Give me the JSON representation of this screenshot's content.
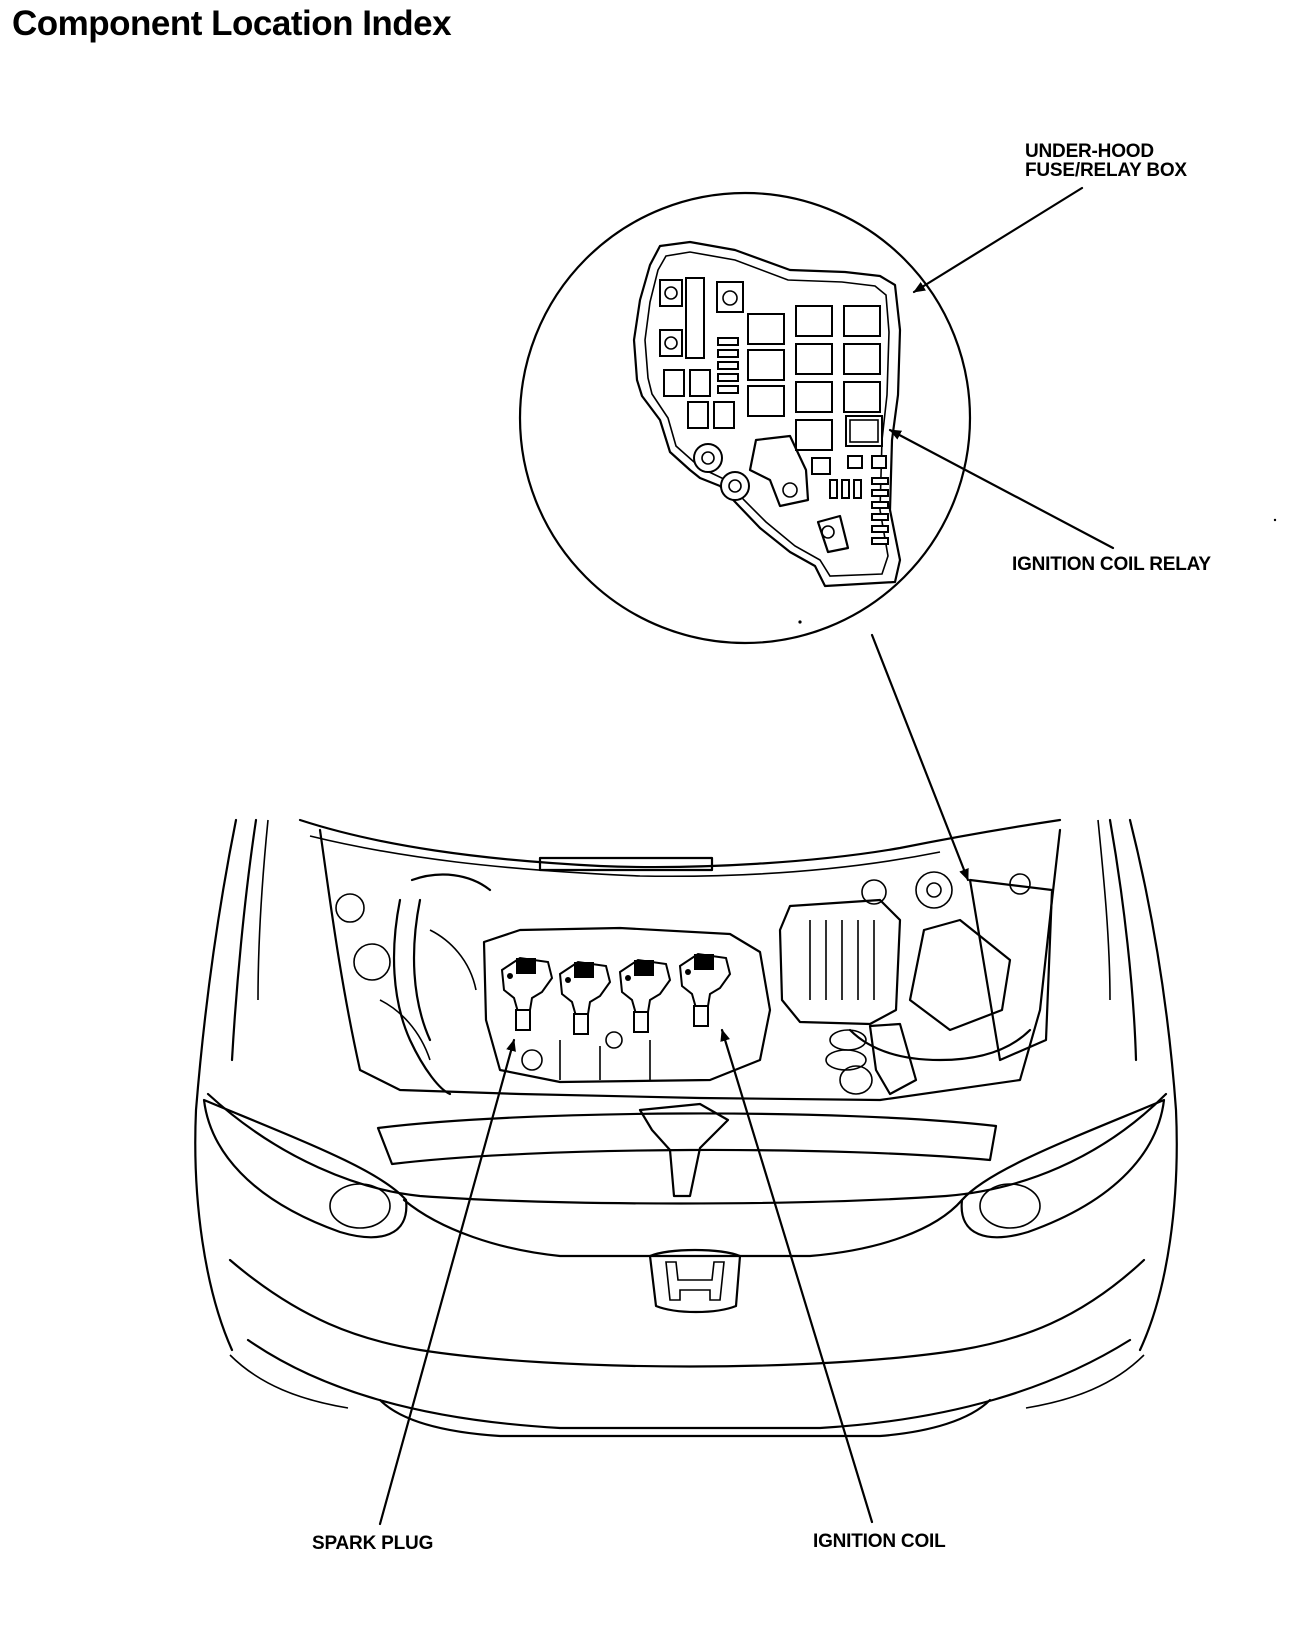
{
  "page": {
    "title": "Component Location Index"
  },
  "labels": {
    "under_hood_line1": "UNDER-HOOD",
    "under_hood_line2": "FUSE/RELAY BOX",
    "ignition_coil_relay": "IGNITION COIL RELAY",
    "spark_plug": "SPARK PLUG",
    "ignition_coil": "IGNITION COIL"
  }
}
